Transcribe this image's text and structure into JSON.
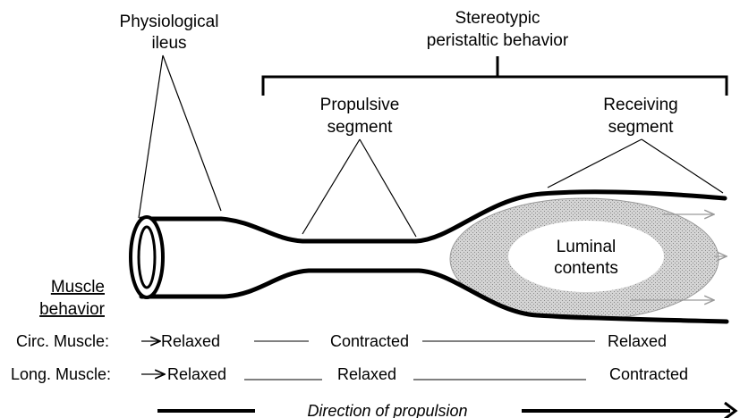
{
  "labels": {
    "physiological_ileus": [
      "Physiological",
      "ileus"
    ],
    "stereotypic": [
      "Stereotypic",
      "peristaltic behavior"
    ],
    "propulsive": [
      "Propulsive",
      "segment"
    ],
    "receiving": [
      "Receiving",
      "segment"
    ],
    "luminal": [
      "Luminal",
      "contents"
    ],
    "muscle_behavior": [
      "Muscle",
      "behavior"
    ]
  },
  "rows": {
    "circ": {
      "label": "Circ. Muscle:",
      "values": [
        "Relaxed",
        "Contracted",
        "Relaxed"
      ]
    },
    "long": {
      "label": "Long. Muscle:",
      "values": [
        "Relaxed",
        "Relaxed",
        "Contracted"
      ]
    }
  },
  "direction": "Direction of propulsion",
  "colors": {
    "ink": "#000000",
    "contents_fill": "#c9c9c9",
    "contents_core": "#ffffff",
    "flow_arrow": "#9a9a9a"
  }
}
